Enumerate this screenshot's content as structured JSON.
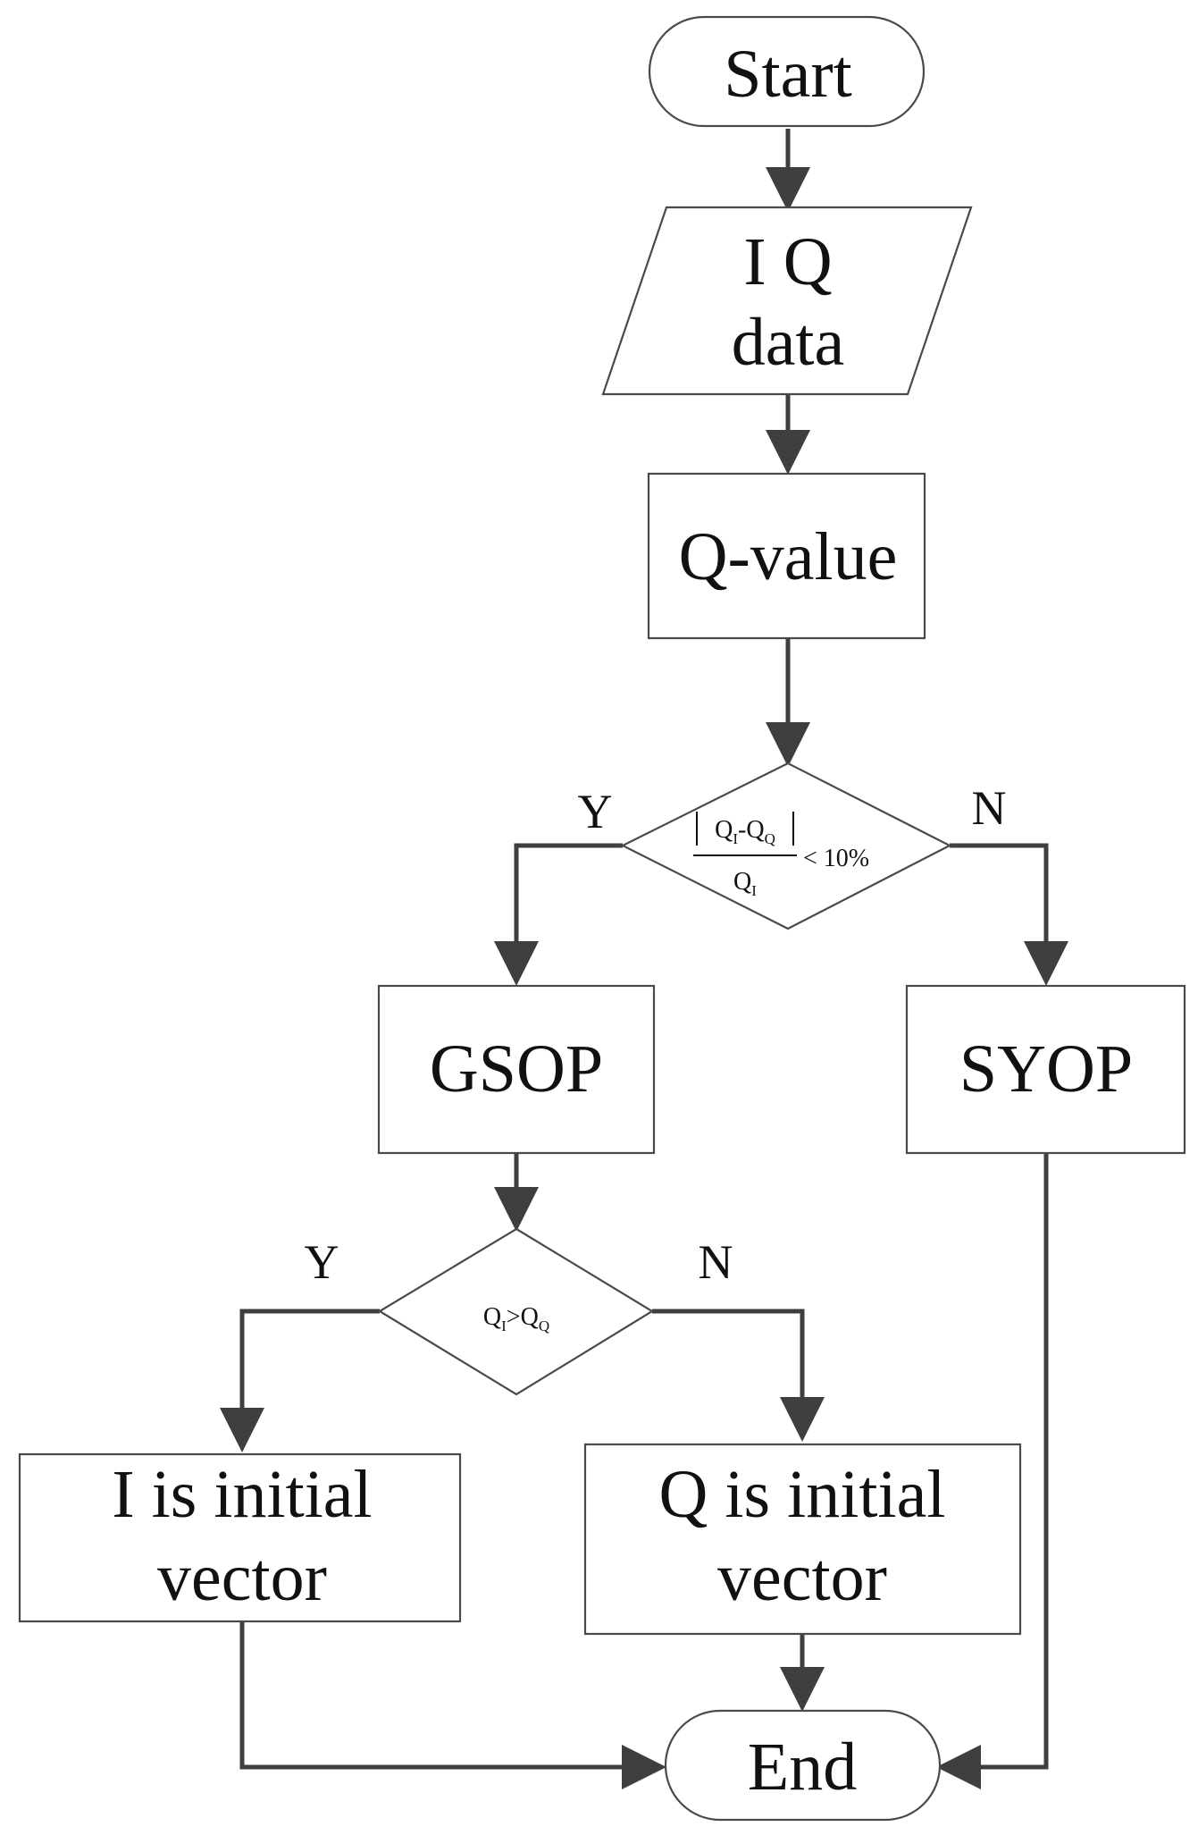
{
  "flowchart": {
    "start": "Start",
    "input": {
      "line1": "I Q",
      "line2": "data"
    },
    "qvalue": "Q-value",
    "decision1": {
      "num_q1": "Q",
      "num_sub1": "I",
      "num_dash": "-",
      "num_q2": "Q",
      "num_sub2": "Q",
      "den_q": "Q",
      "den_sub": "I",
      "rhs": "< 10%",
      "yes": "Y",
      "no": "N"
    },
    "gsop": "GSOP",
    "syop": "SYOP",
    "decision2": {
      "q1": "Q",
      "sub1": "I",
      "gt": ">",
      "q2": "Q",
      "sub2": "Q",
      "yes": "Y",
      "no": "N"
    },
    "i_initial": {
      "line1": "I is initial",
      "line2": "vector"
    },
    "q_initial": {
      "line1": "Q is initial",
      "line2": "vector"
    },
    "end": "End"
  }
}
